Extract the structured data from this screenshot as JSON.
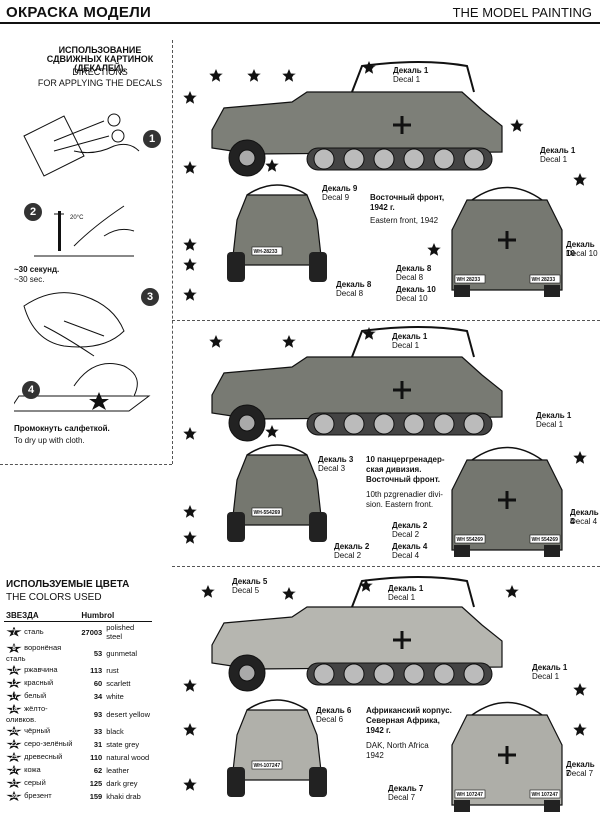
{
  "header": {
    "title_ru": "ОКРАСКА МОДЕЛИ",
    "title_en": "THE MODEL PAINTING"
  },
  "directions": {
    "title_ru": "ИСПОЛЬЗОВАНИЕ СДВИЖНЫХ КАРТИНОК (ДЕКАЛЕЙ).",
    "title_en_1": "DIRECTIONS",
    "title_en_2": "FOR APPLYING THE DECALS",
    "steps": [
      "1",
      "2",
      "3",
      "4"
    ],
    "temp": "20°C",
    "wait_ru": "~30 секунд.",
    "wait_en": "~30 sec.",
    "dry_ru": "Промокнуть салфеткой.",
    "dry_en": "To dry up with cloth."
  },
  "scheme1": {
    "title_ru_1": "Восточный фронт,",
    "title_ru_2": "1942 г.",
    "title_en": "Eastern front, 1942",
    "plates": {
      "front": "WH-28233",
      "rear": "WH 28233"
    }
  },
  "scheme2": {
    "title_ru_1": "10 панцергренадер-",
    "title_ru_2": "ская дивизия.",
    "title_ru_3": "Восточный фронт.",
    "title_en_1": "10th pzgrenadier divi-",
    "title_en_2": "sion. Eastern front.",
    "plates": {
      "front": "WH-554269",
      "rear": "WH 554269"
    }
  },
  "scheme3": {
    "title_ru_1": "Африканский корпус.",
    "title_ru_2": "Северная Африка,",
    "title_ru_3": "1942 г.",
    "title_en_1": "DAK, North Africa",
    "title_en_2": "1942",
    "plates": {
      "front": "WH-107247",
      "rear": "WH 107247"
    }
  },
  "decals": {
    "d1_ru": "Декаль 1",
    "d1_en": "Decal 1",
    "d2_ru": "Декаль 2",
    "d2_en": "Decal 2",
    "d3_ru": "Декаль 3",
    "d3_en": "Decal 3",
    "d4_ru": "Декаль 4",
    "d4_en": "Decal 4",
    "d5_ru": "Декаль 5",
    "d5_en": "Decal 5",
    "d6_ru": "Декаль 6",
    "d6_en": "Decal 6",
    "d7_ru": "Декаль 7",
    "d7_en": "Decal 7",
    "d8_ru": "Декаль 8",
    "d8_en": "Decal 8",
    "d9_ru": "Декаль 9",
    "d9_en": "Decal 9",
    "d10_ru": "Декаль 10",
    "d10_en": "Decal 10",
    "d1_short": "Декаль 1"
  },
  "colors_section": {
    "title_ru": "ИСПОЛЬЗУЕМЫЕ ЦВЕТА",
    "title_en": "THE COLORS USED",
    "col_star": "ЗВЕЗДА",
    "col_humbrol": "Humbrol",
    "rows": [
      {
        "star": "7",
        "ru": "сталь",
        "code": "27003",
        "en": "polished steel"
      },
      {
        "star": "8",
        "ru": "воронёная сталь",
        "code": "53",
        "en": "gunmetal"
      },
      {
        "star": "10",
        "ru": "ржавчина",
        "code": "113",
        "en": "rust"
      },
      {
        "star": "12",
        "ru": "красный",
        "code": "60",
        "en": "scarlett"
      },
      {
        "star": "17",
        "ru": "белый",
        "code": "34",
        "en": "white"
      },
      {
        "star": "18",
        "ru": "жёлто-оливков.",
        "code": "93",
        "en": "desert yellow"
      },
      {
        "star": "20",
        "ru": "чёрный",
        "code": "33",
        "en": "black"
      },
      {
        "star": "22",
        "ru": "серо-зелёный",
        "code": "31",
        "en": "state grey"
      },
      {
        "star": "25",
        "ru": "древесный",
        "code": "110",
        "en": "natural wood"
      },
      {
        "star": "27",
        "ru": "кожа",
        "code": "62",
        "en": "leather"
      },
      {
        "star": "31",
        "ru": "серый",
        "code": "125",
        "en": "dark grey"
      },
      {
        "star": "39",
        "ru": "брезент",
        "code": "159",
        "en": "khaki drab"
      }
    ]
  },
  "callouts": {
    "s1": [
      "17",
      "31",
      "8",
      "25",
      "12",
      "17",
      "20",
      "10"
    ],
    "s1_front": [
      "17",
      "39",
      "20"
    ],
    "s1_rear": [
      "31",
      "17",
      "20"
    ],
    "s2": [
      "7",
      "25",
      "8",
      "20",
      "10"
    ],
    "s2_front": [
      "17",
      "20"
    ],
    "s2_rear": [
      "31"
    ],
    "s3": [
      "17",
      "8",
      "25",
      "18",
      "20",
      "18",
      "31"
    ],
    "s3_front": [
      "17",
      "20"
    ],
    "s3_rear": [
      "18",
      "31"
    ]
  }
}
